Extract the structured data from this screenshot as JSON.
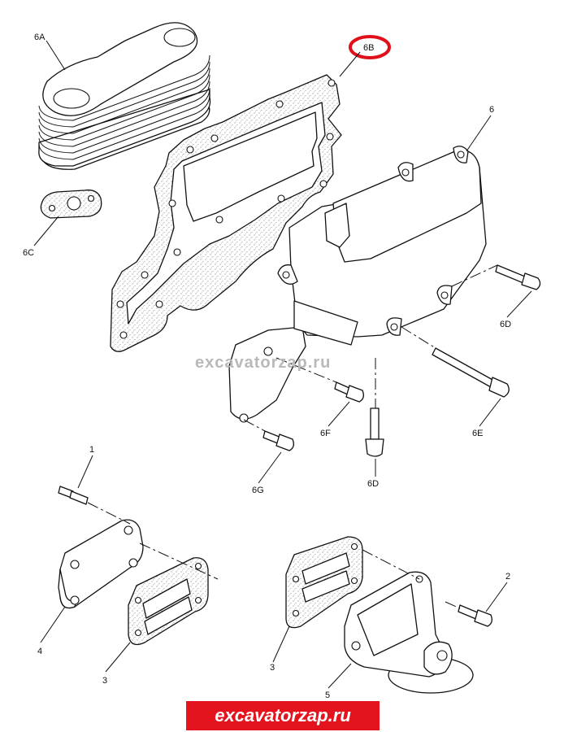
{
  "labels": {
    "l_6A": "6A",
    "l_6B": "6B",
    "l_6": "6",
    "l_6C": "6C",
    "l_6D_top": "6D",
    "l_6E": "6E",
    "l_6F": "6F",
    "l_6G": "6G",
    "l_6D_bottom": "6D",
    "l_1": "1",
    "l_2": "2",
    "l_3_left": "3",
    "l_3_right": "3",
    "l_4": "4",
    "l_5": "5"
  },
  "highlight": {
    "target": "6B",
    "color": "#e0101a"
  },
  "watermark": {
    "text": "excavatorzap.ru"
  },
  "banner": {
    "text": "excavatorzap.ru",
    "color": "#e3141e"
  }
}
